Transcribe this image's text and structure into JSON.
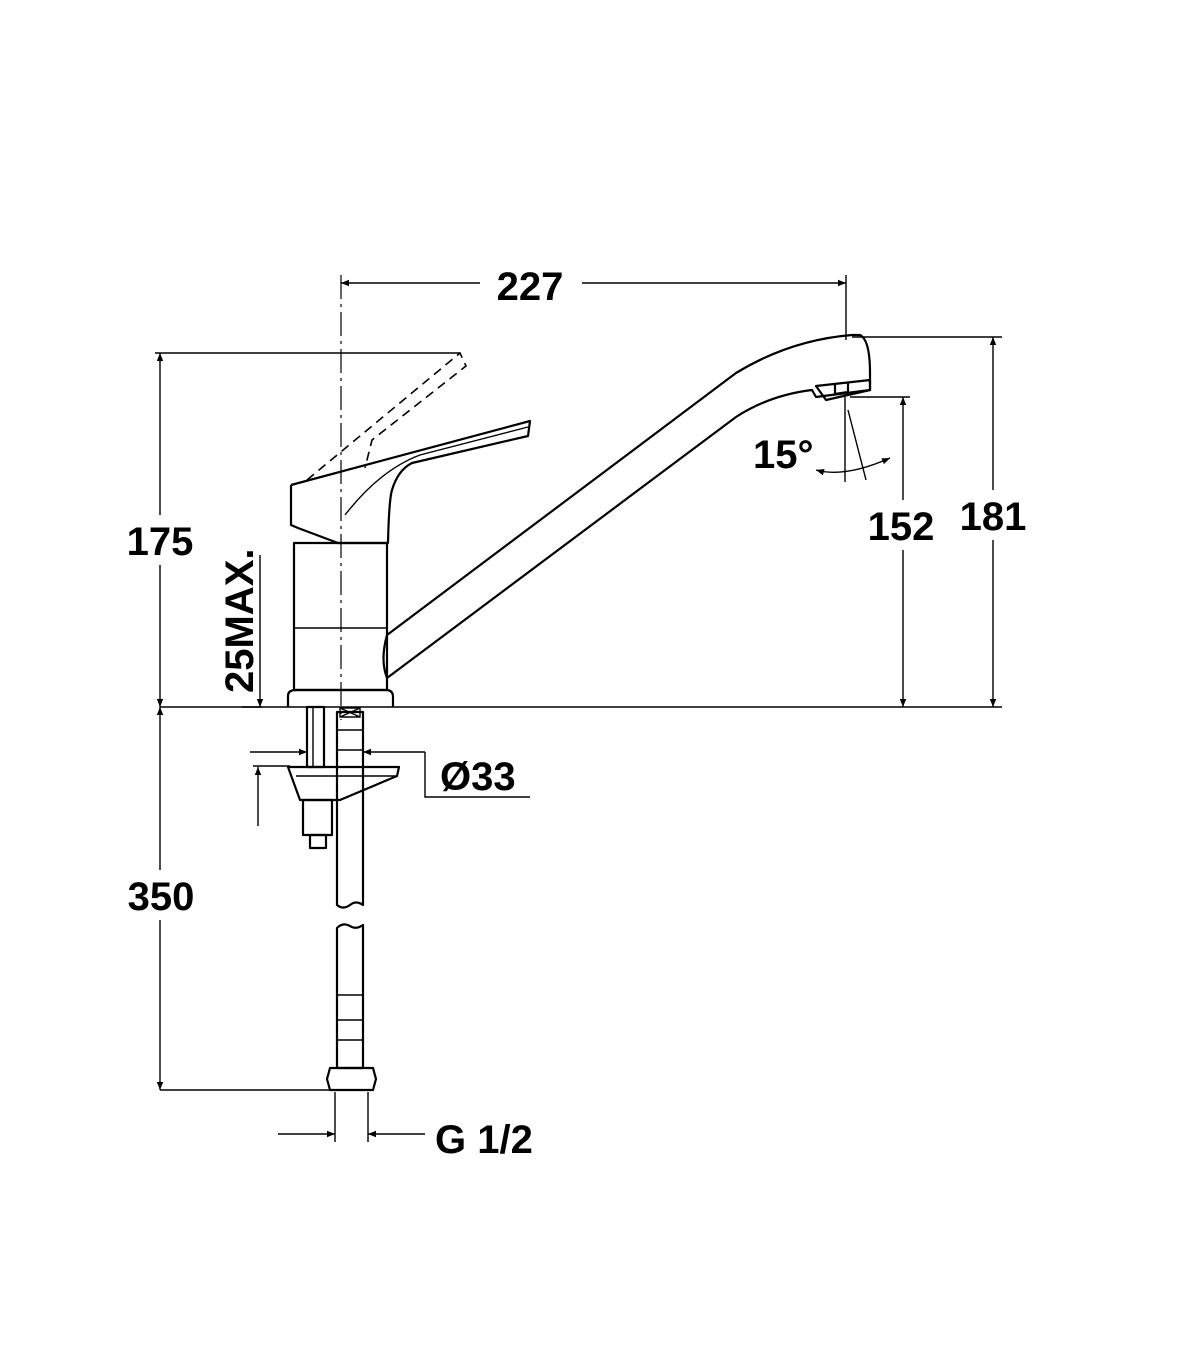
{
  "dimensions": {
    "spout_reach": "227",
    "total_height": "175",
    "max_deck_thickness": "25MAX.",
    "spout_swivel_angle": "15°",
    "outlet_height": "152",
    "spout_height": "181",
    "hole_diameter": "Ø33",
    "hose_length": "350",
    "connection_thread": "G 1/2"
  }
}
